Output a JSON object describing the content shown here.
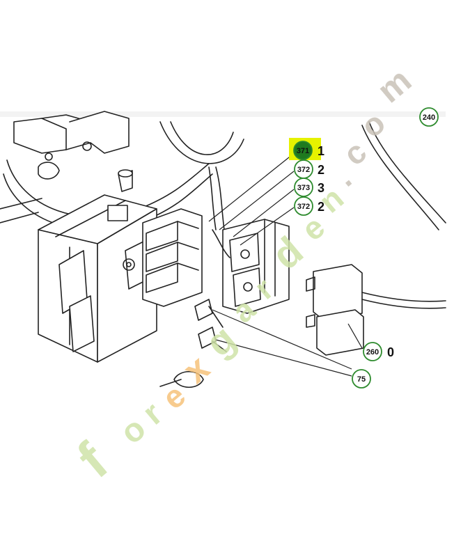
{
  "diagram": {
    "callouts": [
      {
        "id": "c240",
        "label": "240",
        "qty": "",
        "highlighted": false
      },
      {
        "id": "c371",
        "label": "371",
        "qty": "1",
        "highlighted": true
      },
      {
        "id": "c372a",
        "label": "372",
        "qty": "2",
        "highlighted": false
      },
      {
        "id": "c373",
        "label": "373",
        "qty": "3",
        "highlighted": false
      },
      {
        "id": "c372b",
        "label": "372",
        "qty": "2",
        "highlighted": false
      },
      {
        "id": "c260",
        "label": "260",
        "qty": "0",
        "highlighted": false
      },
      {
        "id": "c75",
        "label": "75",
        "qty": "",
        "highlighted": false
      }
    ]
  },
  "watermark": {
    "text": "forexgarden.com",
    "letters": [
      "f",
      "o",
      "r",
      "e",
      "x",
      "g",
      "a",
      "r",
      "d",
      "e",
      "n",
      ".",
      "c",
      "o",
      "m"
    ]
  },
  "colors": {
    "callout_ring": "#2e8b2e",
    "highlight": "#e6f200",
    "highlight_fill": "#1f7a1f",
    "watermark_green": "#cfe3a8",
    "watermark_orange": "#f6c27a",
    "watermark_grey": "#c9c2b8",
    "line": "#222222"
  }
}
